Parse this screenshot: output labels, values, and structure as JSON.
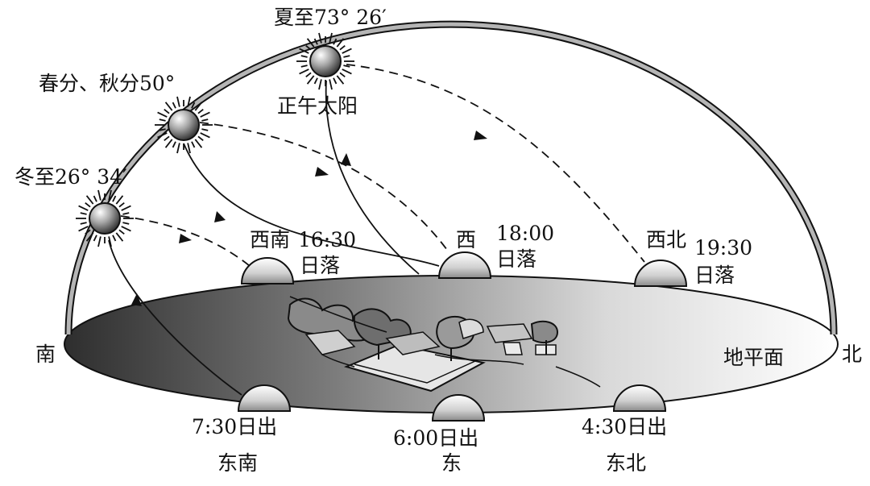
{
  "labels": {
    "summer": "夏至73° 26′",
    "equinox": "春分、秋分50°",
    "winter": "冬至26° 34′",
    "noon_sun": "正午太阳",
    "south": "南",
    "north": "北",
    "horizon": "地平面",
    "sw_dir": "西南",
    "sw_time": "16:30",
    "sw_event": "日落",
    "w_dir": "西",
    "w_time": "18:00",
    "w_event": "日落",
    "nw_dir": "西北",
    "nw_time": "19:30",
    "nw_event": "日落",
    "se_time": "7:30日出",
    "se_dir": "东南",
    "e_time": "6:00日出",
    "e_dir": "东",
    "ne_time": "4:30日出",
    "ne_dir": "东北"
  }
}
